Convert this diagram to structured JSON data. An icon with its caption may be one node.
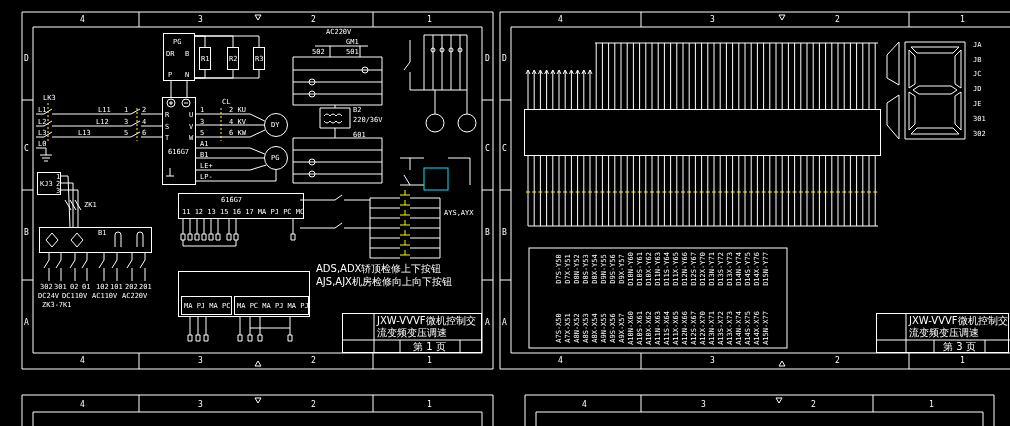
{
  "diagram": {
    "nodes": [
      {
        "text": [
          "PG",
          "DR",
          "B",
          "P",
          "N"
        ]
      },
      {
        "text": [
          "R1"
        ]
      },
      {
        "text": [
          "R2"
        ]
      },
      {
        "text": [
          "R3"
        ]
      },
      {
        "text": [
          "R",
          "S",
          "T",
          "U",
          "V",
          "W",
          "616G7"
        ]
      },
      {
        "text": [
          "DY"
        ]
      },
      {
        "text": [
          "PG"
        ]
      },
      {
        "text": [
          "KJ3",
          "1",
          "2",
          "3"
        ]
      },
      {
        "text": [
          "B1"
        ]
      },
      {
        "text": [
          "616G7",
          "11 12 13 15 16 17 MA PJ PC MC"
        ]
      },
      {
        "text": [],
        "shape": "box"
      },
      {
        "text": [
          "MA PJ MA PC"
        ],
        "in": 10
      },
      {
        "text": [
          "MA PC MA PJ MA PJ"
        ],
        "in": 10
      },
      {
        "text": [
          "JXW-VVVF微机控制交流变频变压调速",
          "第 1 页"
        ]
      },
      {
        "text": [],
        "shape": "box"
      },
      {
        "text": [
          "JXW-VVVF微机控制交流变频变压调速",
          "第 3 页"
        ]
      }
    ],
    "edges": [
      {
        "from": 0,
        "to": 4,
        "arrow": "none"
      },
      {
        "from": 0,
        "to": 4,
        "arrow": "none"
      },
      {
        "from": 0,
        "to": 1,
        "arrow": "none"
      },
      {
        "from": 0,
        "to": 1,
        "arrow": "none"
      },
      {
        "from": 0,
        "to": 2,
        "arrow": "none"
      },
      {
        "from": 0,
        "to": 2,
        "arrow": "none"
      },
      {
        "from": 0,
        "to": 3,
        "arrow": "none"
      },
      {
        "from": 0,
        "to": 3,
        "arrow": "none"
      },
      {
        "from": 4,
        "to": 5,
        "arrow": "none"
      },
      {
        "from": 4,
        "to": 5,
        "arrow": "none"
      },
      {
        "from": 4,
        "to": 5,
        "arrow": "none"
      },
      {
        "from": 4,
        "to": 6,
        "arrow": "none"
      },
      {
        "from": 4,
        "to": 6,
        "arrow": "none"
      },
      {
        "from": 4,
        "to": 6,
        "arrow": "none"
      },
      {
        "from": 4,
        "to": 6,
        "arrow": "none"
      },
      {
        "from": 7,
        "to": 8,
        "arrow": "none"
      },
      {
        "from": 7,
        "to": 8,
        "arrow": "none"
      },
      {
        "from": 7,
        "to": 8,
        "arrow": "none"
      }
    ],
    "labels": [
      "4",
      "3",
      "2",
      "1",
      "D",
      "D",
      "C",
      "C",
      "B",
      "B",
      "A",
      "A",
      "AC220V",
      "GM1",
      "502",
      "501",
      "LK3",
      "L1",
      "L11",
      "1",
      "2",
      "L2",
      "L12",
      "3",
      "4",
      "L3",
      "L13",
      "5",
      "6",
      "L0",
      "1",
      "2 KU",
      "CL",
      "3",
      "4 KV",
      "5",
      "6 KW",
      "A1",
      "B1",
      "LE+",
      "LP-",
      "B2",
      "220/36V",
      "601",
      "ZK1",
      "302",
      "301",
      "02",
      "01",
      "102",
      "101",
      "202",
      "201",
      "DC24V",
      "DC110V",
      "AC110V",
      "AC220V",
      "ZK3-7K1",
      "AYS,AYX",
      "ADS,ADX轿顶检修上下按钮",
      "AJS,AJX机房检修向上向下按钮",
      "4",
      "3",
      "2",
      "1",
      "4",
      "3",
      "2",
      "1",
      "D",
      "C",
      "B",
      "A",
      "JA",
      "JB",
      "JC",
      "JD",
      "JE",
      "301",
      "302",
      "D7S-Y50",
      "D7X-Y51",
      "D8N-Y52",
      "D8S-Y53",
      "D8X-Y54",
      "D9N-Y55",
      "D9S-Y56",
      "D9X-Y57",
      "D10N-Y60",
      "D10S-Y61",
      "D10X-Y62",
      "D11N-Y63",
      "D11S-Y64",
      "D11X-Y65",
      "D12N-Y66",
      "D12S-Y67",
      "D12X-Y70",
      "D13N-Y71",
      "D13S-Y72",
      "D13X-Y73",
      "D14N-Y74",
      "D14S-Y75",
      "D14X-Y76",
      "D15N-Y77",
      "A7S-X50",
      "A7X-X51",
      "A8N-X52",
      "A8S-X53",
      "A8X-X54",
      "A9N-X55",
      "A9S-X56",
      "A9X-X57",
      "A10N-X60",
      "A10S-X61",
      "A10X-X62",
      "A11N-X63",
      "A11S-X64",
      "A11X-X65",
      "A12N-X66",
      "A12S-X67",
      "A12X-X70",
      "A13N-X71",
      "A13S-X72",
      "A13X-X73",
      "A14N-X74",
      "A14S-X75",
      "A14X-X76",
      "A15N-X77",
      "4",
      "3",
      "2",
      "1",
      "4",
      "3",
      "2",
      "1",
      "4",
      "3",
      "2",
      "1"
    ]
  }
}
